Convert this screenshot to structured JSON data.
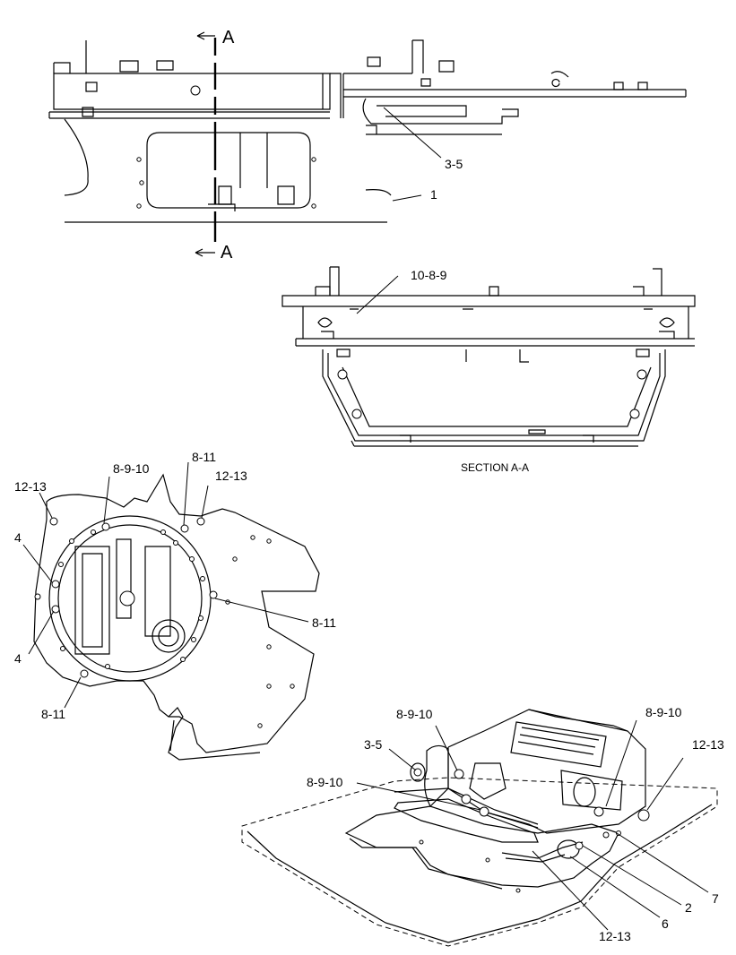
{
  "top_view": {
    "section_marker_top": "A",
    "section_marker_bottom": "A",
    "callout_3_5": "3-5",
    "callout_1": "1"
  },
  "section_view": {
    "callout_10_8_9": "10-8-9",
    "caption": "SECTION A-A"
  },
  "plate_view": {
    "callout_8_9_10": "8-9-10",
    "callout_8_11_top": "8-11",
    "callout_12_13_right": "12-13",
    "callout_12_13_left": "12-13",
    "callout_4_upper": "4",
    "callout_4_lower": "4",
    "callout_8_11_right": "8-11",
    "callout_8_11_bottom": "8-11"
  },
  "iso_view": {
    "callout_8_9_10_top": "8-9-10",
    "callout_8_9_10_right": "8-9-10",
    "callout_3_5": "3-5",
    "callout_12_13_right": "12-13",
    "callout_8_9_10_mid": "8-9-10",
    "callout_7": "7",
    "callout_2": "2",
    "callout_6": "6",
    "callout_12_13_bottom": "12-13"
  }
}
